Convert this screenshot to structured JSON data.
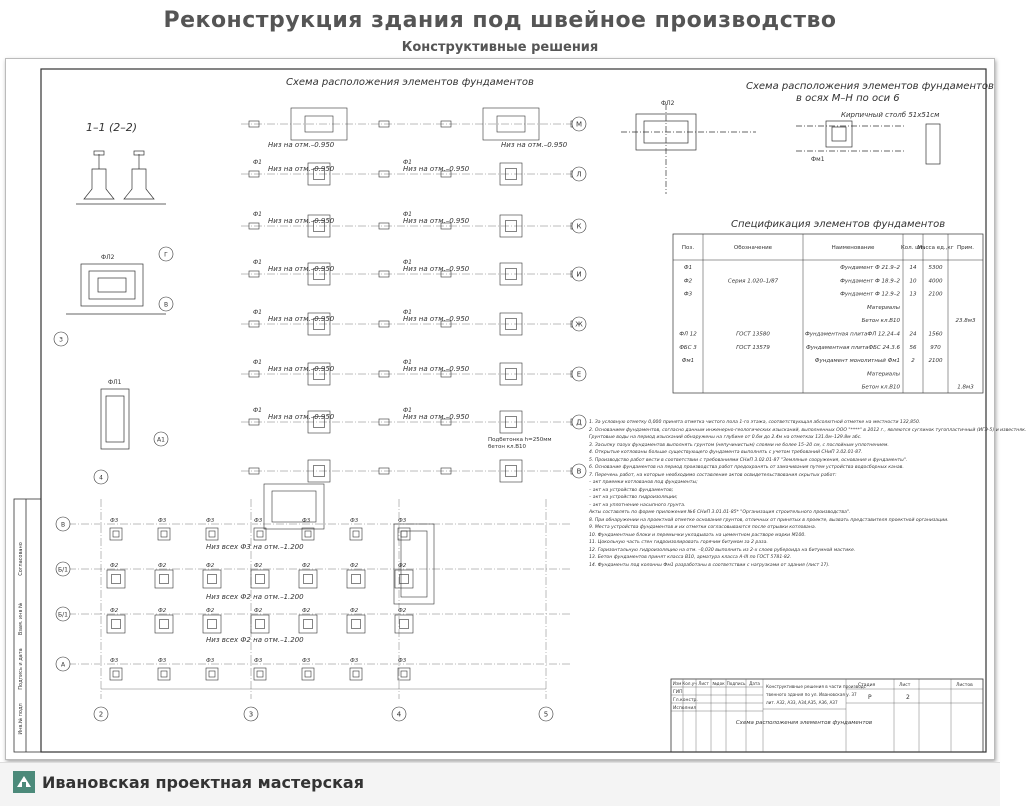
{
  "header": {
    "title": "Реконструкция здания под швейное производство",
    "subtitle": "Конструктивные решения"
  },
  "footer": {
    "company": "Ивановская проектная мастерская"
  },
  "drawing": {
    "main_plan_title": "Схема расположения элементов фундаментов",
    "side_plan_title_1": "Схема расположения элементов фундаментов",
    "side_plan_title_2": "в осях М–Н по оси 6",
    "section_label": "1–1 (2–2)",
    "brick_pillar": "Кирпичный столб 51х51см",
    "level_095": "Низ на отм.–0.950",
    "level_120_f3": "Низ всех Ф3 на отм.–1.200",
    "level_120_f2": "Низ всех Ф2 на отм.–1.200",
    "concrete_note_1": "Подбетонка h=250мм",
    "concrete_note_2": "бетон кл.В10",
    "row_axes": [
      "М",
      "Л",
      "К",
      "И",
      "Ж",
      "Е",
      "Д",
      "В"
    ],
    "lower_row_axes": [
      "В",
      "Б/1",
      "Б/1",
      "А"
    ],
    "col_axes": [
      "2",
      "3",
      "4",
      "5"
    ],
    "tag_f1": "Ф1",
    "tag_f2": "Ф2",
    "tag_f3": "Ф3",
    "tag_fl2": "ФЛ2",
    "tag_fl1": "ФЛ1",
    "tag_fm1": "Фм1",
    "left_axes": [
      "Г",
      "В",
      "3",
      "А1",
      "4"
    ]
  },
  "spec": {
    "title": "Спецификация элементов фундаментов",
    "headers": [
      "Поз.",
      "Обозначение",
      "Наименование",
      "Кол. шт.",
      "Масса ед.,кг",
      "Прим."
    ],
    "rows": [
      [
        "Ф1",
        "",
        "Фундамент Ф 21.9–2",
        "14",
        "5300",
        ""
      ],
      [
        "Ф2",
        "Серия 1.020–1/87",
        "Фундамент Ф 18.9–2",
        "10",
        "4000",
        ""
      ],
      [
        "Ф3",
        "",
        "Фундамент Ф 12.9–2",
        "13",
        "2100",
        ""
      ],
      [
        "",
        "",
        "Материалы",
        "",
        "",
        ""
      ],
      [
        "",
        "",
        "Бетон кл.В10",
        "",
        "",
        "23.8м3"
      ],
      [
        "ФЛ 12",
        "ГОСТ 13580",
        "Фундаментная плитаФЛ 12.24–4",
        "24",
        "1560",
        ""
      ],
      [
        "ФБС 3",
        "ГОСТ 13579",
        "Фундаментная плитаФБС 24.3.6",
        "56",
        "970",
        ""
      ],
      [
        "Фм1",
        "",
        "Фундамент монолитный Фм1",
        "2",
        "2100",
        ""
      ],
      [
        "",
        "",
        "Материалы",
        "",
        "",
        ""
      ],
      [
        "",
        "",
        "Бетон кл.В10",
        "",
        "",
        "1.8м3"
      ]
    ]
  },
  "notes": [
    "1. За условную отметку 0,000 принята отметка чистого пола 1-го этажа, соответствующая абсолютной отметке на местности 132,850.",
    "2. Основанием фундаментов, согласно данным инженерно-геологических изысканий, выполненных ООО \"****\" в 2012 г., являются суглинок тугопластичный (ИГЭ-5) и известняк.",
    "Грунтовые воды на период изысканий обнаружены на глубине от 0.6м до 2.4м на отметках 131.0м–129.8м абс.",
    "3. Засыпку пазух фундаментов выполнять грунтом (непучинистым) слоями не более 15–20 см, с послойным уплотнением.",
    "4. Открытые котлованы больше существующего фундамента выполнять с учетом требований СНиП 3.02.01-87.",
    "5. Производство работ вести в соответствии с требованиями СНиП 3.02.01-87 \"Земляные сооружения, основания и фундаменты\".",
    "6. Основание фундаментов на период производства работ предохранять от замачивания путем устройства водосборных канав.",
    "7. Перечень работ, на которые необходимо составление актов освидетельствования скрытых работ:",
    "– акт приемки котлованов под фундаменты;",
    "– акт на устройство фундаментов;",
    "– акт на устройство гидроизоляции;",
    "– акт на уплотнение насыпного грунта.",
    "Акты составлять по форме приложения №6 СНиП 3.01.01-85* \"Организация строительного производства\".",
    "8. При обнаружении на проектной отметке основания грунтов, отличных от принятых в проекте, вызвать представителя проектной организации.",
    "9. Места устройства фундаментов и их отметки согласовываются после отрывки котлована.",
    "10. Фундаментные блоки и перемычки укладывать на цементном растворе марки М100.",
    "11. Цокольную часть стен гидроизолировать горячим битумом за 2 раза.",
    "12. Горизонтальную гидроизоляцию на отм. –0,030 выполнить из 2-х слоев рубероида на битумной мастике.",
    "13. Бетон фундаментов принят класса В10, арматура класса А-III по ГОСТ 5781-82.",
    "14. Фундаменты под колонны Фм1 разработаны в соответствии с нагрузками от здания (лист 17)."
  ],
  "stamp": {
    "labels": [
      "Изм",
      "Кол.уч",
      "Лист",
      "№док",
      "Подпись",
      "Дата"
    ],
    "roles": [
      "ГИП",
      "Гл.констр.",
      "Исполнил"
    ],
    "project": "Конструктивные решения в части производственного здания по ул. Ивановская у. 37 лит. А32, А33, А34,А35, А36, А37",
    "sheet_name": "Схема расположения элементов фундаментов",
    "stage_label": "Стадия",
    "sheet_label": "Лист",
    "sheets_label": "Листов",
    "stage": "Р",
    "sheet": "2"
  },
  "side_strip": [
    "Согласовано",
    "Взам. инв №",
    "Подпись и дата",
    "Инв.№ подл"
  ]
}
